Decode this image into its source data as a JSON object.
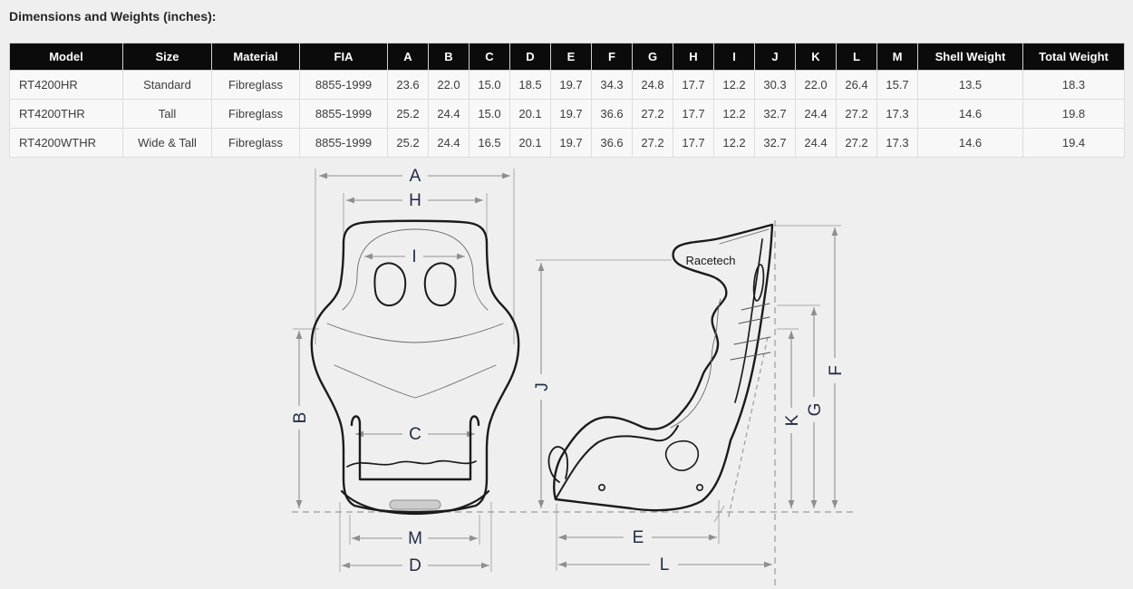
{
  "page": {
    "title": "Dimensions and Weights (inches):"
  },
  "table": {
    "columns": [
      "Model",
      "Size",
      "Material",
      "FIA",
      "A",
      "B",
      "C",
      "D",
      "E",
      "F",
      "G",
      "H",
      "I",
      "J",
      "K",
      "L",
      "M",
      "Shell Weight",
      "Total Weight"
    ],
    "rows": [
      [
        "RT4200HR",
        "Standard",
        "Fibreglass",
        "8855-1999",
        "23.6",
        "22.0",
        "15.0",
        "18.5",
        "19.7",
        "34.3",
        "24.8",
        "17.7",
        "12.2",
        "30.3",
        "22.0",
        "26.4",
        "15.7",
        "13.5",
        "18.3"
      ],
      [
        "RT4200THR",
        "Tall",
        "Fibreglass",
        "8855-1999",
        "25.2",
        "24.4",
        "15.0",
        "20.1",
        "19.7",
        "36.6",
        "27.2",
        "17.7",
        "12.2",
        "32.7",
        "24.4",
        "27.2",
        "17.3",
        "14.6",
        "19.8"
      ],
      [
        "RT4200WTHR",
        "Wide & Tall",
        "Fibreglass",
        "8855-1999",
        "25.2",
        "24.4",
        "16.5",
        "20.1",
        "19.7",
        "36.6",
        "27.2",
        "17.7",
        "12.2",
        "32.7",
        "24.4",
        "27.2",
        "17.3",
        "14.6",
        "19.4"
      ]
    ]
  },
  "diagram": {
    "brand": "Racetech",
    "labels": {
      "A": "A",
      "B": "B",
      "C": "C",
      "D": "D",
      "E": "E",
      "F": "F",
      "G": "G",
      "H": "H",
      "I": "I",
      "J": "J",
      "K": "K",
      "L": "L",
      "M": "M"
    }
  },
  "colors": {
    "page_bg": "#efefef",
    "header_bg": "#0b0b0b",
    "header_text": "#ffffff",
    "row_bg": "#f8f8f8",
    "cell_text": "#3c3c3c",
    "dimension_line": "#909090",
    "dimension_label": "#232c43",
    "seat_outline": "#1b1b1b"
  }
}
